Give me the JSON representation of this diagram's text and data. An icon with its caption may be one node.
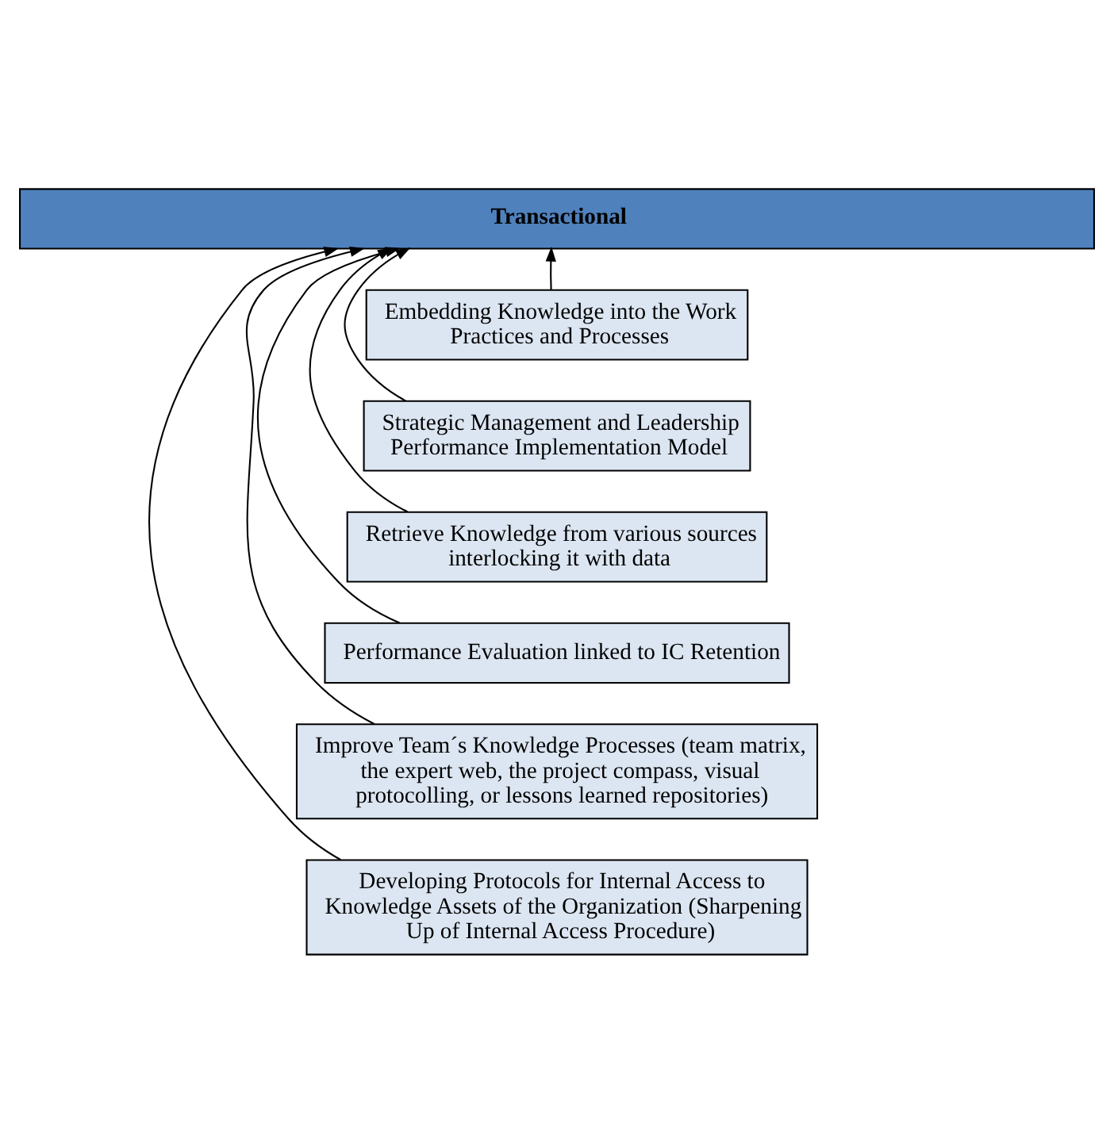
{
  "diagram": {
    "nodes": [
      {
        "text": [
          "Transactional"
        ]
      },
      {
        "text": [
          "Embedding Knowledge into the Work Practices and Processes"
        ]
      },
      {
        "text": [
          "Strategic Management and Leadership Performance Implementation Model"
        ]
      },
      {
        "text": [
          "Retrieve Knowledge from various sources interlocking it with data"
        ]
      },
      {
        "text": [
          "Performance Evaluation linked to IC Retention"
        ]
      },
      {
        "text": [
          "Improve Team´s Knowledge Processes (team matrix, the expert web, the project compass, visual protocolling, or lessons learned repositories)"
        ]
      },
      {
        "text": [
          "Developing Protocols for Internal Access to Knowledge Assets of the Organization (Sharpening Up of Internal Access Procedure)"
        ]
      }
    ],
    "edges": [
      {
        "from": 6,
        "to": 0,
        "arrow": "to"
      },
      {
        "from": 5,
        "to": 0,
        "arrow": "to"
      },
      {
        "from": 3,
        "to": 0,
        "arrow": "to"
      },
      {
        "from": 1,
        "to": 0,
        "arrow": "to"
      },
      {
        "from": 2,
        "to": 0,
        "arrow": "to"
      },
      {
        "from": 4,
        "to": 0,
        "arrow": "to"
      }
    ]
  }
}
